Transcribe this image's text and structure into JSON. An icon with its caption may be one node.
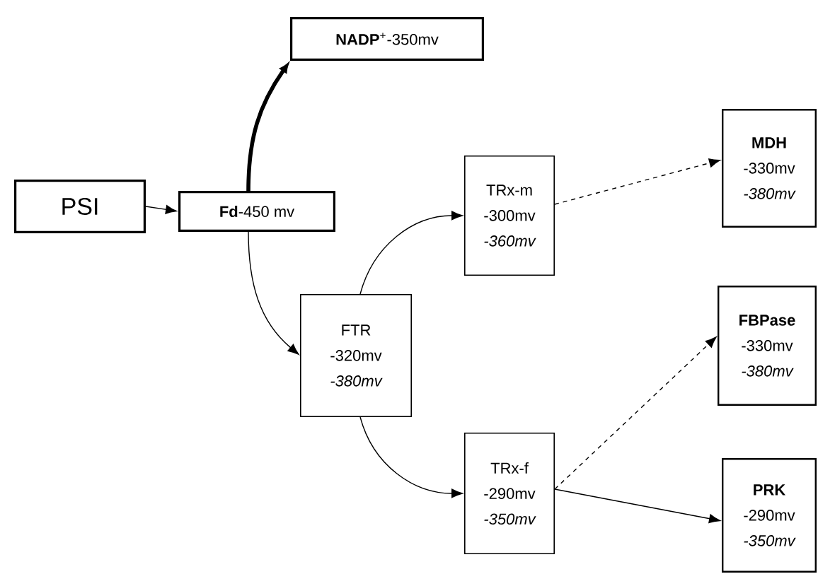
{
  "diagram": {
    "nodes": [
      {
        "text": [
          "PSI"
        ]
      },
      {
        "text": [
          "**Fd**-450 mv"
        ]
      },
      {
        "text": [
          "**NADP**$^{+}$-350mv"
        ]
      },
      {
        "text": [
          "FTR",
          "-320mv",
          "-380mv"
        ]
      },
      {
        "text": [
          "TRx-m",
          "-300mv",
          "-360mv"
        ]
      },
      {
        "text": [
          "TRx-f",
          "-290mv",
          "-350mv"
        ]
      },
      {
        "text": [
          "MDH",
          "-330mv",
          "-380mv"
        ]
      },
      {
        "text": [
          "FBPase",
          "-330mv",
          "-380mv"
        ]
      },
      {
        "text": [
          "PRK",
          "-290mv",
          "-350mv"
        ]
      }
    ],
    "edges": [
      {
        "from": 0,
        "to": 1,
        "arrow": "to"
      },
      {
        "from": 1,
        "to": 2,
        "arrow": "to",
        "style": "thick"
      },
      {
        "from": 1,
        "to": 3,
        "arrow": "to"
      },
      {
        "from": 3,
        "to": 4,
        "arrow": "to"
      },
      {
        "from": 3,
        "to": 5,
        "arrow": "to"
      },
      {
        "from": 4,
        "to": 6,
        "arrow": "to",
        "style": "dashed"
      },
      {
        "from": 5,
        "to": 7,
        "arrow": "to",
        "style": "dashed"
      },
      {
        "from": 5,
        "to": 8,
        "arrow": "to"
      }
    ]
  }
}
